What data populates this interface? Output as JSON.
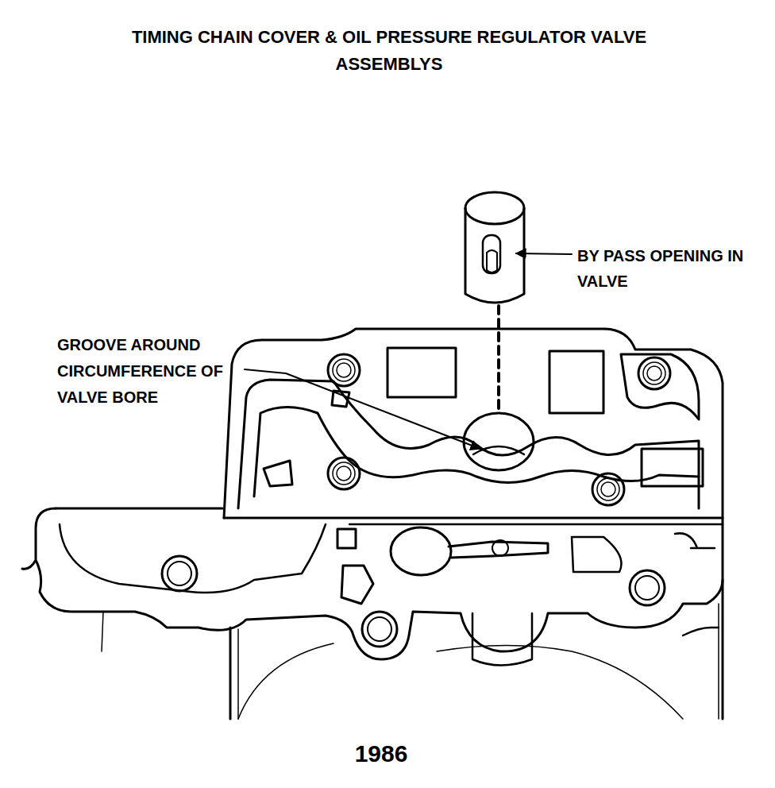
{
  "diagram": {
    "title": "TIMING CHAIN COVER & OIL PRESSURE REGULATOR VALVE ASSEMBLYS",
    "caption": "1986",
    "labels": [
      "BY PASS OPENING IN VALVE",
      "GROOVE AROUND CIRCUMFERENCE OF VALVE BORE"
    ]
  }
}
